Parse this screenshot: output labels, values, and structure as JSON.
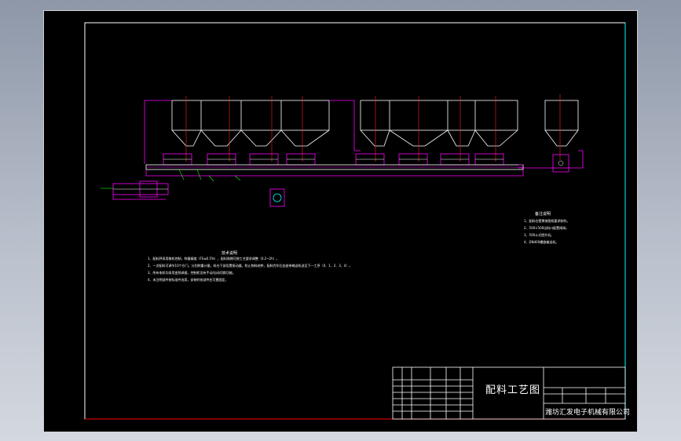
{
  "drawing": {
    "title": "配料工艺图",
    "company": "潍坊汇发电子机械有限公司",
    "tech_requirements_title": "技术说明",
    "tech_requirements": [
      "1、配料秤采用微机控制，称量精度（FS≤0.5%），配料周期可按工艺要求调整（0.2~2h）。",
      "2、一次配料可调节10个仓门，分别称重计量，料仓下部设置振动器，防止物料结拱，配料完毕后由皮带输送机送至下一工序（0、1、2、3、4）。",
      "3、所有电机均采用变频调速，控制柜设有手动/自动切换功能。",
      "4、未注明部件按标准件选用，安装时各部件应可靠固定。"
    ],
    "notes_title": "备注说明",
    "notes": [
      "1、配料仓壁厚按图纸要求制作。",
      "2、500×500出料口配置闸阀。",
      "3、500斗式提升机。",
      "4、DN400螺旋输送机。"
    ],
    "colors": {
      "background": "#000000",
      "frame": "#ffffff",
      "equipment": "#ff00ff",
      "centerline": "#ff2020",
      "title_block": "#ffffff",
      "accent_cyan": "#00ffff",
      "accent_green": "#00ff00",
      "accent_yellow": "#ffff00"
    }
  }
}
